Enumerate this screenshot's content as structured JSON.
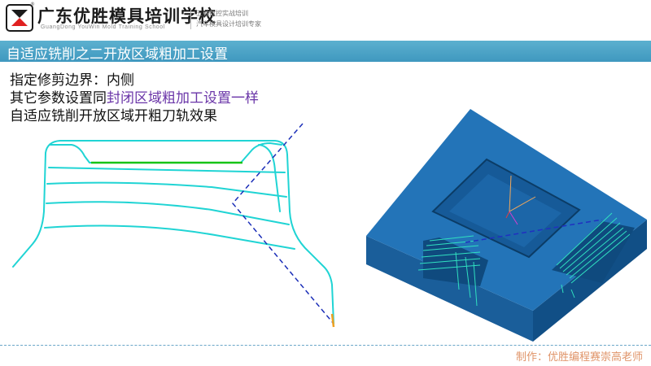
{
  "header": {
    "logo_title": "广东优胜模具培训学校",
    "logo_subtitle": "GuangDong YouWin Mold Training School",
    "registered_mark": "®",
    "tagline_1": "五轴数控实战培训",
    "tagline_2": "汽车模具设计培训专家"
  },
  "slide": {
    "title": "自适应铣削之二开放区域粗加工设置",
    "lines": {
      "line1": "指定修剪边界：内侧",
      "line2_prefix": "其它参数设置同",
      "line2_highlight": "封闭区域粗加工设置一样",
      "line3": "自适应铣削开放区域开粗刀轨效果"
    }
  },
  "footer": {
    "author": "制作：优胜编程赛崇高老师"
  },
  "colors": {
    "title_bar": "#4aa3c8",
    "highlight_text": "#6a35a8",
    "toolpath": "#20d4d4",
    "model_blue": "#1f6fb2",
    "footer_text": "#e0956a"
  }
}
